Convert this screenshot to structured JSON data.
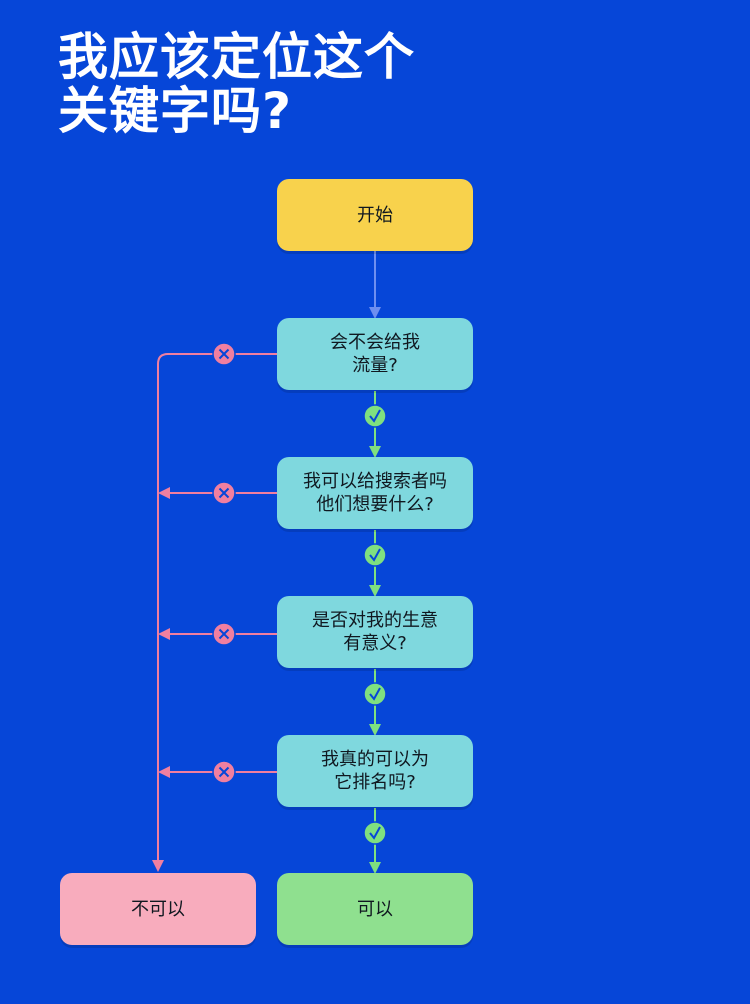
{
  "title": {
    "line1": "我应该定位这个",
    "line2": "关键字吗?"
  },
  "nodes": {
    "start": "开始",
    "q1": "会不会给我\n流量?",
    "q2": "我可以给搜索者吗\n他们想要什么?",
    "q3": "是否对我的生意\n有意义?",
    "q4": "我真的可以为\n它排名吗?",
    "no_result": "不可以",
    "yes_result": "可以"
  },
  "colors": {
    "background": "#0646d8",
    "start": "#f8d24c",
    "question": "#7fd8de",
    "yes": "#8fe08f",
    "no": "#f8acbd",
    "no_line": "#f07fa0",
    "yes_line": "#7fe07f",
    "start_line": "#6e8ff0"
  },
  "icons": {
    "yes_marker": "check-circle-icon",
    "no_marker": "x-circle-icon"
  }
}
